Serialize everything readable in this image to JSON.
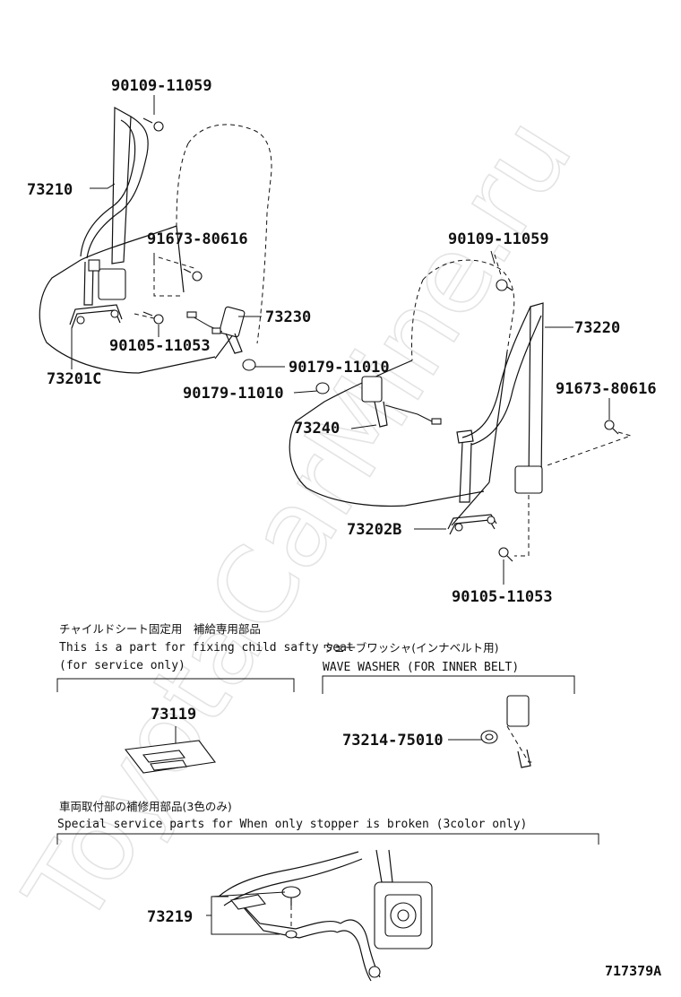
{
  "watermark": "ToyotaCarMine.ru",
  "drawing_number": "717379A",
  "parts": {
    "p73210": "73210",
    "p90109_left": "90109-11059",
    "p91673_left": "91673-80616",
    "p73230": "73230",
    "p90105_left": "90105-11053",
    "p73201C": "73201C",
    "p90179_a": "90179-11010",
    "p90179_b": "90179-11010",
    "p73240": "73240",
    "p90109_right": "90109-11059",
    "p73220": "73220",
    "p91673_right": "91673-80616",
    "p73202B": "73202B",
    "p90105_right": "90105-11053",
    "p73119": "73119",
    "p73214": "73214-75010",
    "p73219": "73219"
  },
  "notes": {
    "child_seat_jp": "チャイルドシート固定用　補給専用部品",
    "child_seat_en1": "This is a part for fixing child safty seat",
    "child_seat_en2": "(for service only)",
    "washer_jp": "ウェーブワッシャ(インナベルト用)",
    "washer_en": "WAVE WASHER (FOR INNER BELT)",
    "stopper_jp": "車両取付部の補修用部品(3色のみ)",
    "stopper_en": "Special  service  parts  for  When  only  stopper  is  broken  (3color  only)"
  }
}
